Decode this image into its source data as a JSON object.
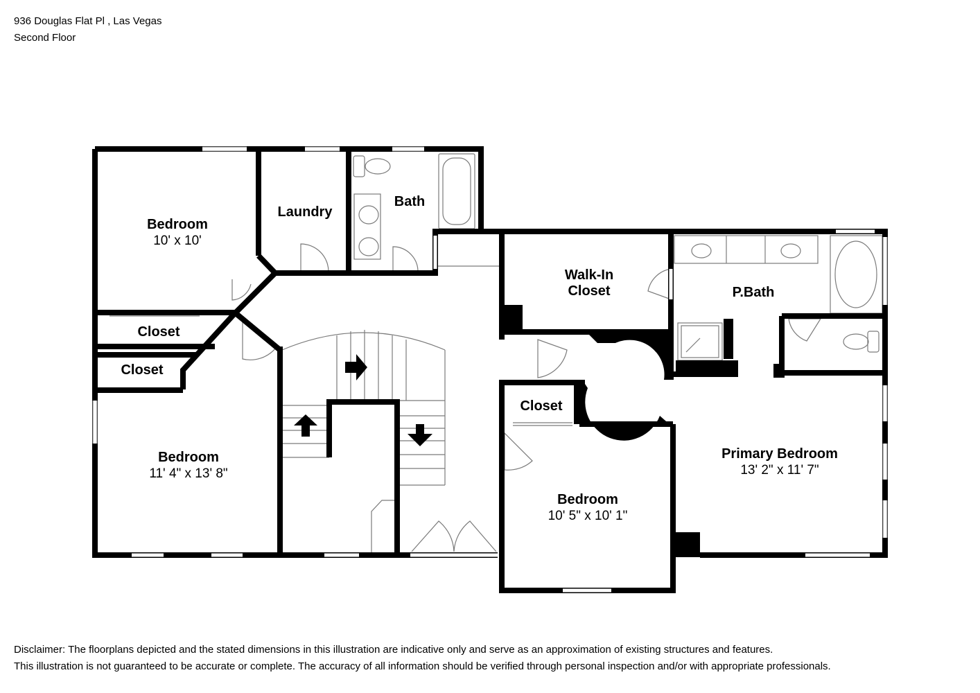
{
  "header": {
    "address": "936 Douglas Flat Pl , Las Vegas",
    "floor": "Second Floor"
  },
  "rooms": {
    "bedroom_top_left": {
      "name": "Bedroom",
      "dims": "10' x 10'"
    },
    "laundry": {
      "name": "Laundry"
    },
    "bath": {
      "name": "Bath"
    },
    "closet_1": {
      "name": "Closet"
    },
    "closet_2": {
      "name": "Closet"
    },
    "bedroom_bottom_left": {
      "name": "Bedroom",
      "dims": "11' 4\" x 13' 8\""
    },
    "walk_in_closet": {
      "name_line1": "Walk-In",
      "name_line2": "Closet"
    },
    "p_bath": {
      "name": "P.Bath"
    },
    "closet_3": {
      "name": "Closet"
    },
    "bedroom_center": {
      "name": "Bedroom",
      "dims": "10' 5\" x 10' 1\""
    },
    "primary_bedroom": {
      "name": "Primary Bedroom",
      "dims": "13' 2\" x 11' 7\""
    }
  },
  "disclaimer": {
    "line1": "Disclaimer: The floorplans depicted and the stated dimensions in this illustration are indicative only and serve as an approximation of existing structures and features.",
    "line2": "This illustration is not guaranteed to be accurate or complete. The accuracy of all information should be verified through personal inspection and/or with appropriate professionals."
  },
  "colors": {
    "wall": "#000000",
    "fixture": "#7a7a7a",
    "background": "#ffffff"
  }
}
